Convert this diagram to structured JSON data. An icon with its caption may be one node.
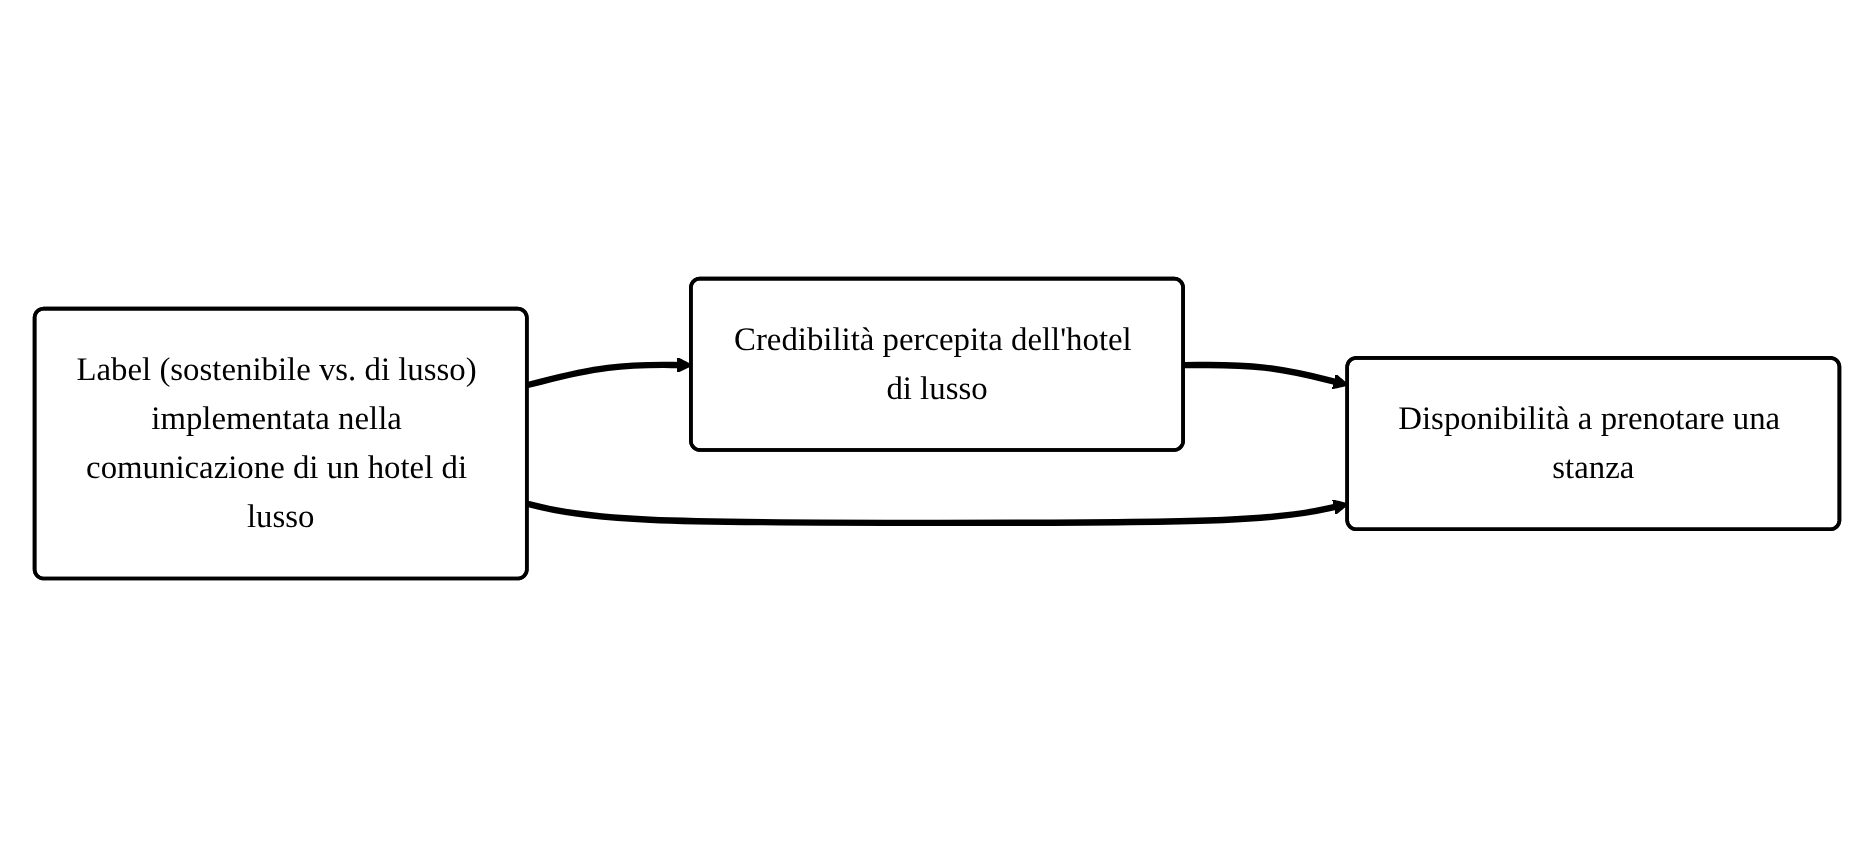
{
  "diagram": {
    "nodes": [
      {
        "text": [
          "Label (sostenibile vs. di lusso) implementata nella comunicazione di un hotel di lusso"
        ]
      },
      {
        "text": [
          "Credibilità percepita dell'hotel di lusso"
        ]
      },
      {
        "text": [
          "Disponibilità a prenotare una stanza"
        ]
      }
    ],
    "edges": [
      {
        "from": 0,
        "to": 1,
        "arrow": "to"
      },
      {
        "from": 1,
        "to": 2,
        "arrow": "to"
      },
      {
        "from": 0,
        "to": 2,
        "arrow": "to"
      }
    ]
  }
}
